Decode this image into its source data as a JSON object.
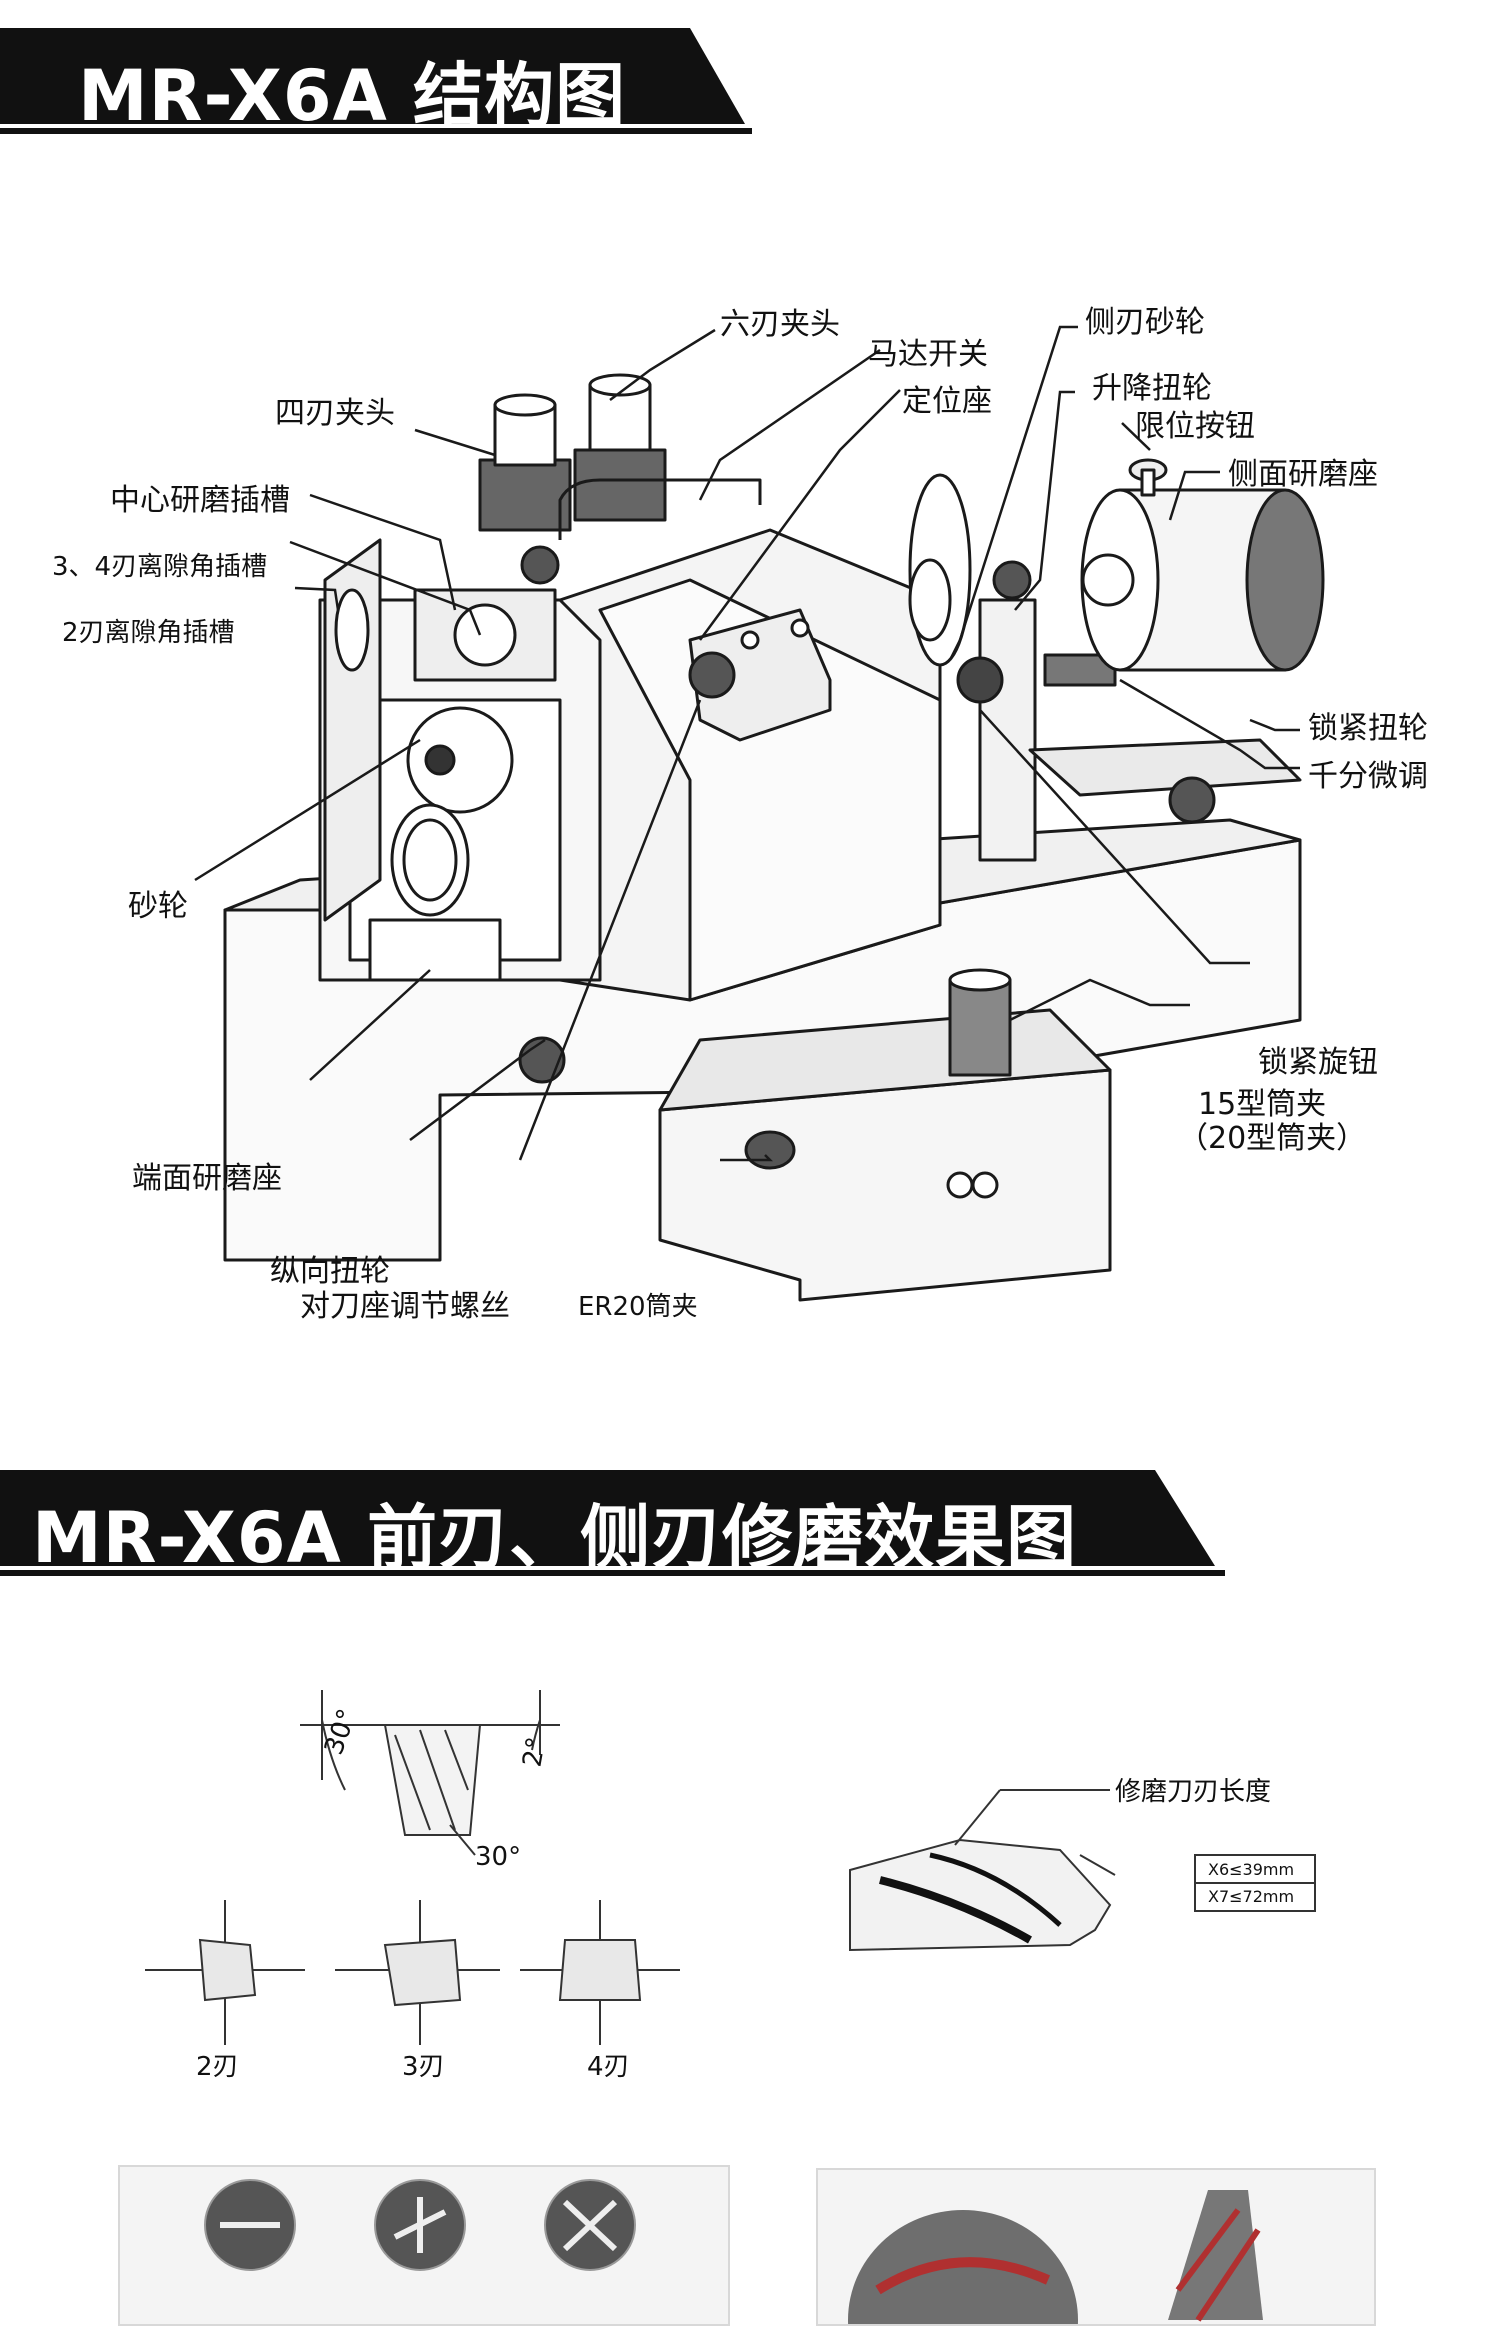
{
  "banner1": {
    "title": "MR-X6A 结构图"
  },
  "banner2": {
    "title": "MR-X6A 前刃、侧刃修磨效果图"
  },
  "structure_labels": {
    "six_blade_chuck": "六刃夹头",
    "motor_switch": "马达开关",
    "locating_seat": "定位座",
    "four_blade_chuck": "四刃夹头",
    "center_grinding_slot": "中心研磨插槽",
    "clearance_slot_34": "3、4刃离隙角插槽",
    "clearance_slot_2": "2刃离隙角插槽",
    "grinding_wheel": "砂轮",
    "end_face_grinding_seat": "端面研磨座",
    "longitudinal_knob": "纵向扭轮",
    "tool_seat_screw": "对刀座调节螺丝",
    "er20_collet": "ER20筒夹",
    "side_wheel": "侧刃砂轮",
    "lift_knob": "升降扭轮",
    "limit_button": "限位按钮",
    "side_grinding_seat": "侧面研磨座",
    "lock_knob": "锁紧扭轮",
    "micrometer": "千分微调",
    "lock_rotary_knob": "锁紧旋钮",
    "collet_15": "15型筒夹",
    "collet_20": "（20型筒夹）"
  },
  "effect_labels": {
    "angle_30_a": "30°",
    "angle_2": "2°",
    "angle_30_b": "30°",
    "blade_2": "2刃",
    "blade_3": "3刃",
    "blade_4": "4刃",
    "regrind_length": "修磨刀刃长度",
    "x6_spec": "X6≤39mm",
    "x7_spec": "X7≤72mm"
  },
  "colors": {
    "banner": "#111111",
    "line": "#1a1a1a",
    "accent_red": "#b03030"
  }
}
